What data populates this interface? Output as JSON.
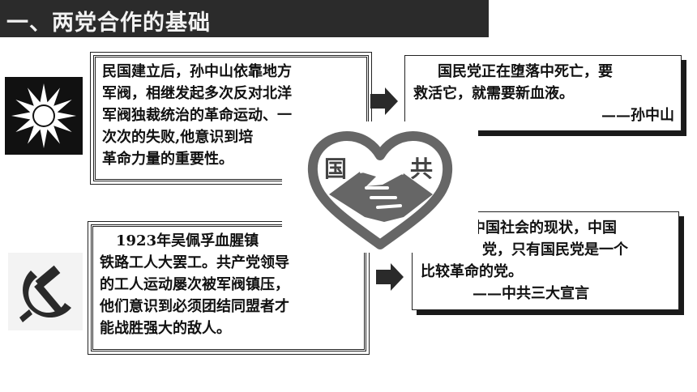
{
  "header": {
    "title": "一、两党合作的基础"
  },
  "kmt": {
    "history_lines": [
      "民国建立后，孙中山依靠地方",
      "军阀，相继发起多次反对北洋",
      "军阀独裁统治的革命运动、一",
      "次次的失败,他意识到培",
      "革命力量的重要性。"
    ],
    "quote_lines": [
      "国民党正在堕落中死亡，要",
      "救活它，就需要新血液。"
    ],
    "quote_source": "——孙中山"
  },
  "ccp": {
    "history_lines": [
      "1923年吴佩孚血腥镇",
      "铁路工人大罢工。共产党领导",
      "的工人运动屡次被军阀镇压，",
      "他们意识到必须团结同盟者才",
      "能战胜强大的敌人。"
    ],
    "quote_lines": [
      "中国社会的现状，中国",
      "党，只有国民党是一个",
      "比较革命的党。"
    ],
    "quote_source": "——中共三大宣言"
  },
  "logo": {
    "left_char": "国",
    "right_char": "共"
  },
  "colors": {
    "title_bg": "#2b2b2b",
    "title_fg": "#f2f2f2",
    "border": "#222222",
    "arrow": "#2a2a2a",
    "logo_gray": "#666666"
  },
  "icons": [
    "kmt-sun-emblem-icon",
    "ccp-hammer-sickle-emblem-icon",
    "arrow-right-icon",
    "handshake-heart-icon"
  ]
}
